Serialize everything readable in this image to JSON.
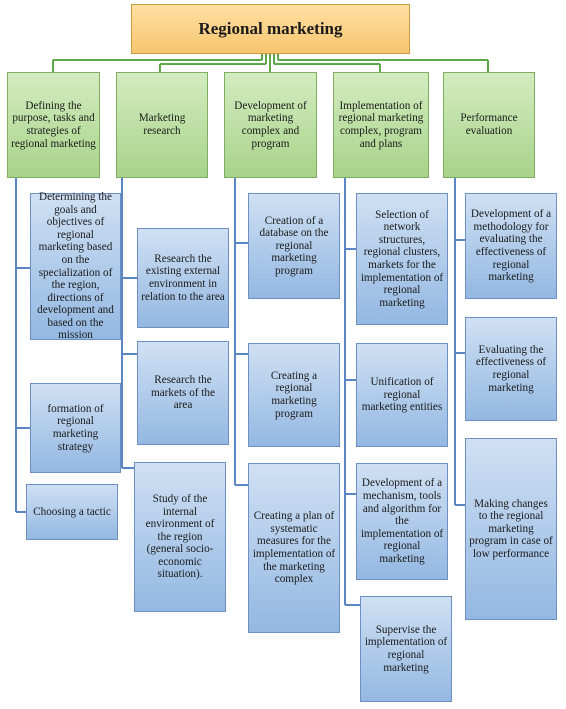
{
  "root": {
    "title": "Regional marketing"
  },
  "columns": [
    {
      "title": "Defining the purpose, tasks and strategies of regional marketing",
      "items": [
        "Determining the goals and objectives of regional marketing based on the specialization of the region, directions of development and based on the mission",
        "formation of regional marketing strategy",
        "Choosing a tactic"
      ]
    },
    {
      "title": "Marketing research",
      "items": [
        "Research the existing external environment in relation to the area",
        "Research the markets of the area",
        "Study of the internal environment of the region (general socio-economic situation)."
      ]
    },
    {
      "title": "Development of marketing complex and program",
      "items": [
        "Creation of a database on the regional marketing program",
        "Creating a regional marketing program",
        "Creating a plan of systematic measures for the implementation of the marketing complex"
      ]
    },
    {
      "title": "Implementation of regional marketing complex, program and plans",
      "items": [
        "Selection of network structures, regional clusters, markets for the implementation of regional marketing",
        "Unification of regional marketing entities",
        "Development of a mechanism, tools and algorithm for the implementation of regional marketing",
        "Supervise the implementation of regional marketing"
      ]
    },
    {
      "title": "Performance evaluation",
      "items": [
        "Development of a methodology for evaluating the effectiveness of regional marketing",
        "Evaluating the effectiveness of regional marketing",
        "Making changes to the regional marketing program in case of low performance"
      ]
    }
  ],
  "colors": {
    "connector_green": "#5fa84a",
    "connector_blue": "#5b86c5"
  }
}
